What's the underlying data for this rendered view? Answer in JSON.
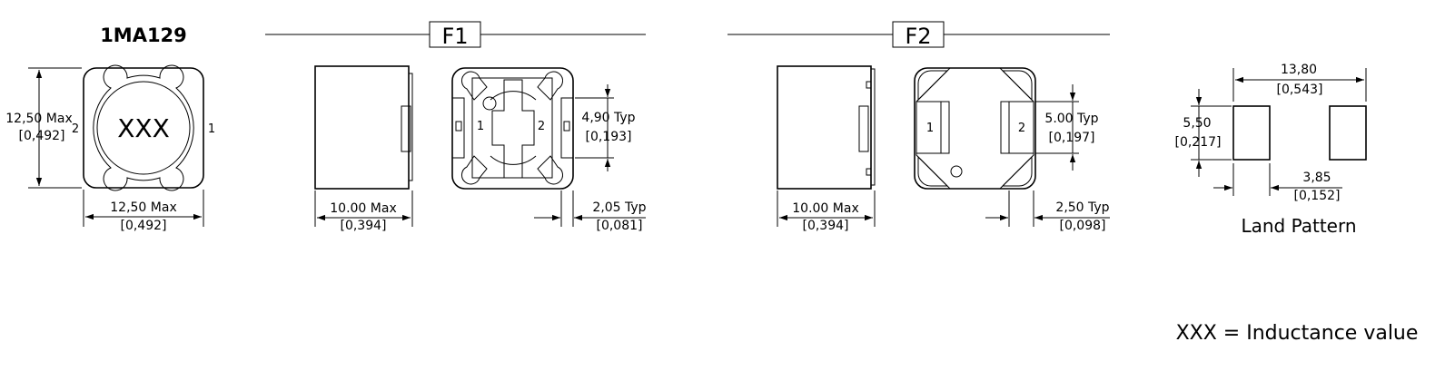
{
  "part_title": "1MA129",
  "marking": "XXX",
  "variant_f1": "F1",
  "variant_f2": "F2",
  "top_view": {
    "pin_left": "2",
    "pin_right": "1",
    "height_mm": "12,50 Max",
    "height_in": "[0,492]",
    "width_mm": "12,50 Max",
    "width_in": "[0,492]"
  },
  "f1": {
    "side_width_mm": "10.00 Max",
    "side_width_in": "[0,394]",
    "pin_left": "1",
    "pin_right": "2",
    "terminal_height_mm": "4,90 Typ",
    "terminal_height_in": "[0,193]",
    "terminal_width_mm": "2,05 Typ",
    "terminal_width_in": "[0,081]"
  },
  "f2": {
    "side_width_mm": "10.00 Max",
    "side_width_in": "[0,394]",
    "pin_left": "1",
    "pin_right": "2",
    "terminal_height_mm": "5.00 Typ",
    "terminal_height_in": "[0,197]",
    "terminal_width_mm": "2,50 Typ",
    "terminal_width_in": "[0,098]"
  },
  "land_pattern": {
    "overall_mm": "13,80",
    "overall_in": "[0,543]",
    "pad_height_mm": "5,50",
    "pad_height_in": "[0,217]",
    "pad_width_mm": "3,85",
    "pad_width_in": "[0,152]",
    "label": "Land Pattern"
  },
  "legend": "XXX = Inductance value"
}
